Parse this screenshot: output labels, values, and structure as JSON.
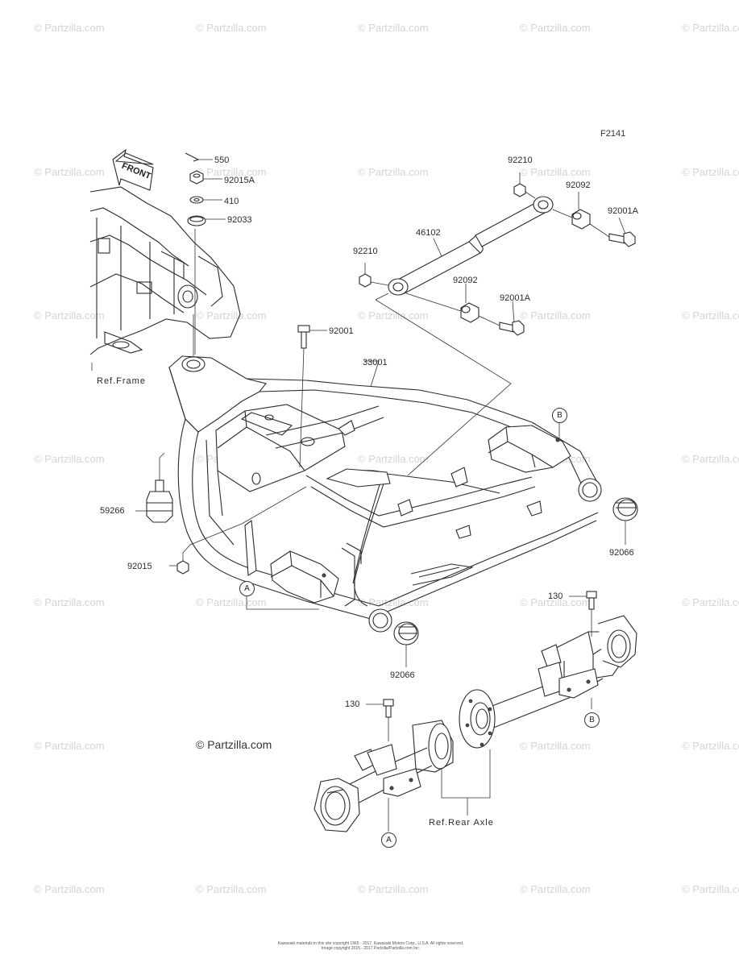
{
  "diagram_code": "F2141",
  "brand_label": "© Partzilla.com",
  "watermark_text": "© Partzilla.com",
  "front_label": "FRONT",
  "copyright_lines": [
    "Kawasaki materials in this site copyright 1965 - 2017, Kawasaki Motors Corp., U.S.A. All rights reserved.",
    "Image copyright 2015 - 2017 Partzilla/Partzilla.com Inc."
  ],
  "part_labels": {
    "p550": "550",
    "p92015A": "92015A",
    "p410": "410",
    "p92033": "92033",
    "p92210_top": "92210",
    "p92092_top": "92092",
    "p92001A_top": "92001A",
    "p46102": "46102",
    "p92210_mid": "92210",
    "p92092_mid": "92092",
    "p92001A_mid": "92001A",
    "p92001": "92001",
    "p33001": "33001",
    "p59266": "59266",
    "p92015": "92015",
    "p92066_right": "92066",
    "p92066_bottom": "92066",
    "p130_right": "130",
    "p130_left": "130"
  },
  "ref_labels": {
    "frame": "Ref.Frame",
    "rear_axle": "Ref.Rear Axle"
  },
  "callouts": {
    "a": "A",
    "b": "B"
  }
}
